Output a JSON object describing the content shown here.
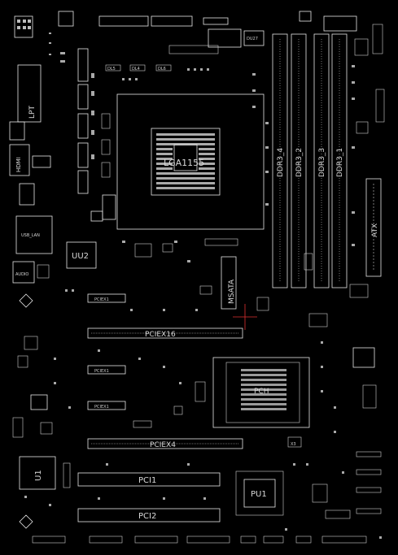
{
  "labels": {
    "cpu_socket": "LGA1155",
    "ddr_a": "DDR3_4",
    "ddr_b": "DDR3_2",
    "ddr_c": "DDR3_3",
    "ddr_d": "DDR3_1",
    "atx": "ATX",
    "lpt": "LPT",
    "hdmi": "HDMI",
    "usb_lan": "USB_LAN",
    "audio": "AUDIO",
    "uu2": "UU2",
    "msata": "MSATA",
    "pciex16": "PCIEX16",
    "pciex1_a": "PCIEX1",
    "pciex1_b": "PCIEX1",
    "pciex1_c": "PCIEX1",
    "pciex4": "PCIEX4",
    "pci1": "PCI1",
    "pci2": "PCI2",
    "pch": "PCH",
    "pu1": "PU1",
    "u1": "U1",
    "x3": "X3"
  },
  "colors": {
    "background": "#000000",
    "trace": "#e6e6e6",
    "pad": "#bdbdbd",
    "cursor": "#e03030"
  }
}
